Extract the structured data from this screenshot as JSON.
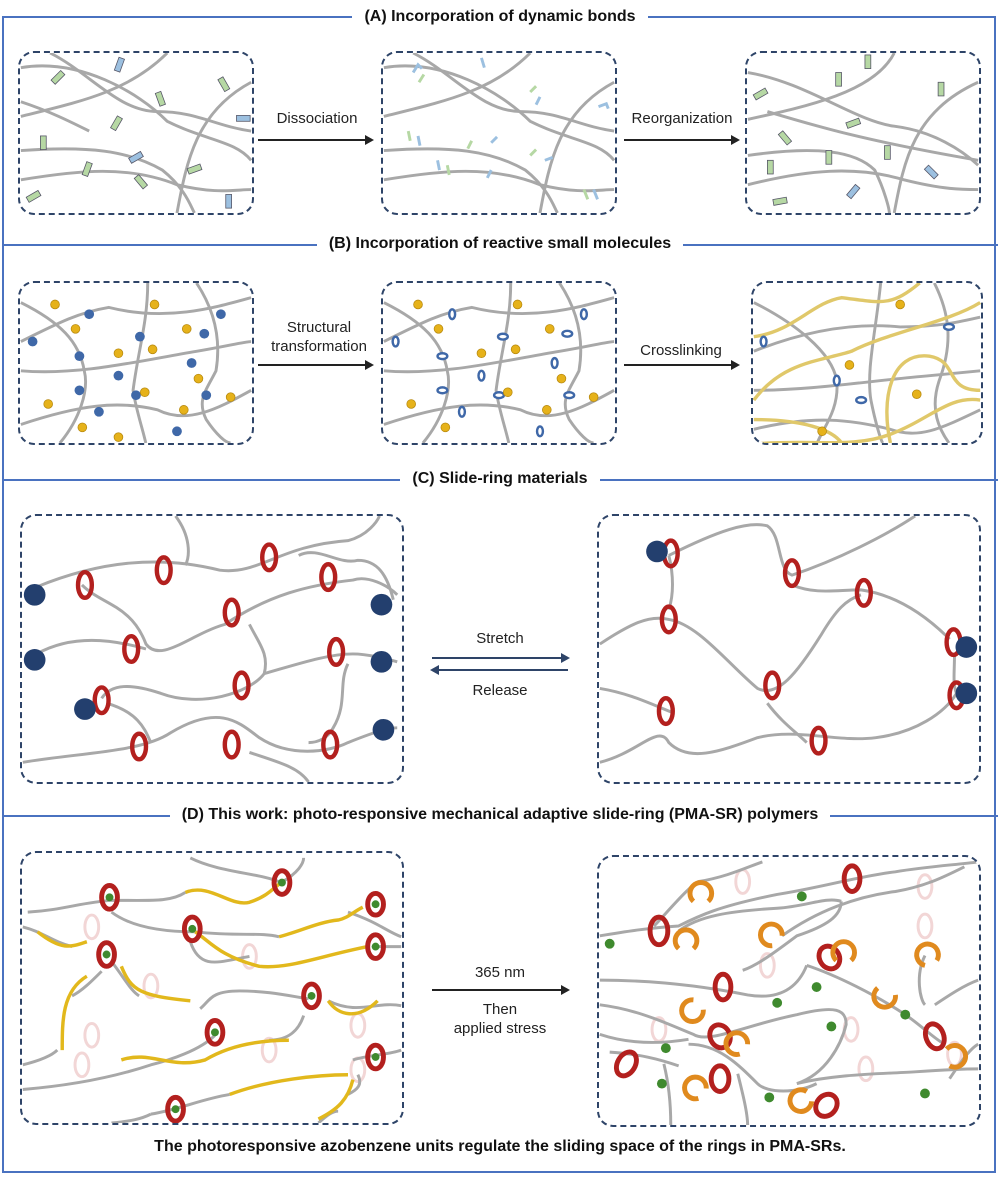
{
  "sections": {
    "a": {
      "title": "(A) Incorporation of dynamic bonds",
      "step1": "Dissociation",
      "step2": "Reorganization",
      "panels": [
        "crosslinked-network",
        "dissociated-network",
        "reorganized-network"
      ]
    },
    "b": {
      "title": "(B) Incorporation of reactive small molecules",
      "step1_line1": "Structural",
      "step1_line2": "transformation",
      "step2": "Crosslinking",
      "panels": [
        "network-with-small-molecules",
        "transformed-network",
        "crosslinked-network"
      ]
    },
    "c": {
      "title": "(C) Slide-ring materials",
      "forward": "Stretch",
      "reverse": "Release",
      "panels": [
        "relaxed-slide-ring",
        "stretched-slide-ring"
      ]
    },
    "d": {
      "title": "(D) This work: photo-responsive mechanical adaptive slide-ring (PMA-SR) polymers",
      "condition1": "365 nm",
      "condition2_line1": "Then",
      "condition2_line2": "applied stress",
      "panels": [
        "pma-sr-initial",
        "pma-sr-after-irradiation"
      ]
    }
  },
  "caption": "The photoresponsive azobenzene units regulate the sliding space of the rings in PMA-SRs.",
  "colors": {
    "frame": "#4a72c0",
    "panel_border": "#2e4468",
    "chain": "#a8a8a8",
    "ring_red": "#b3201e",
    "ring_orange": "#e08a1e",
    "stopper": "#233f6e",
    "small_molecule": "#e6b21a",
    "azobenzene": "#e2b81c",
    "green_unit": "#3f8a2e",
    "bond_green": "#b6d8a4",
    "bond_blue": "#9cc0e0"
  }
}
